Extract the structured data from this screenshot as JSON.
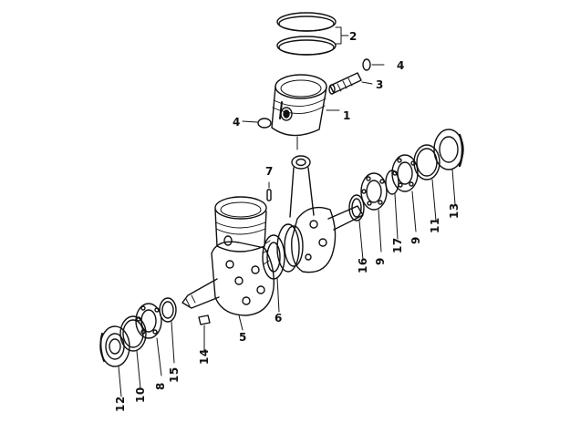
{
  "callouts": {
    "p1": "1",
    "p2": "2",
    "p3": "3",
    "p4a": "4",
    "p4b": "4",
    "p5": "5",
    "p6": "6",
    "p7": "7",
    "p8": "8",
    "p9a": "9",
    "p9b": "9",
    "p10": "10",
    "p11": "11",
    "p12": "12",
    "p13": "13",
    "p14": "14",
    "p15": "15",
    "p16": "16",
    "p17": "17"
  },
  "colors": {
    "ink": "#111111",
    "paper": "#ffffff"
  }
}
